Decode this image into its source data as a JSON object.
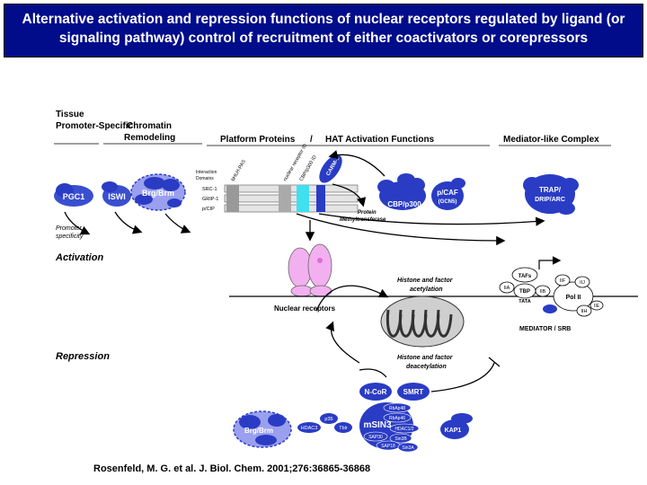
{
  "title": "Alternative activation and repression functions of nuclear receptors regulated by ligand (or signaling pathway) control of recruitment of either coactivators or corepressors",
  "citation": "Rosenfeld, M. G. et al. J. Biol. Chem. 2001;276:36865-36868",
  "colors": {
    "title_bg": "#000c8a",
    "protein_blue": "#2a3cc4",
    "receptor_pink": "#f2b0f0",
    "cyan": "#3fe0f0"
  },
  "headers": {
    "tissue": "Tissue Promoter-Specific",
    "chromatin": "Chromatin Remodeling",
    "platform": "Platform Proteins",
    "slash": "/",
    "hat": "HAT Activation Functions",
    "mediator": "Mediator-like Complex"
  },
  "domains": {
    "legend": "Interaction Domains",
    "rows": [
      "SRC-1",
      "GRIP-1",
      "p/CIP"
    ],
    "col_labels": [
      "bHLH-PAS",
      "nuclear receptor ID",
      "CBP/p300 ID",
      "CARM-1"
    ]
  },
  "proteins": {
    "pgc1": "PGC1",
    "iswi": "ISWI",
    "brg_brm": "Brg/Brm",
    "cbp_p300": "CBP/p300",
    "pcaf": "p/CAF",
    "gcn5": "(GCN5)",
    "trap": "TRAP/ DRIP/ARC",
    "ncor": "N-CoR",
    "smrt": "SMRT",
    "msin3": "mSIN3",
    "p35": "p35",
    "hdac3": "HDAC3",
    "tblr": "Tblr",
    "rbap48": "RbAp48",
    "rbap46": "RbAp46",
    "hdac12": "HDAC1/2",
    "sap30": "SAP30",
    "sin3b": "Sin3B",
    "sap18": "SAP18",
    "sin3a": "Sin3A",
    "kap1": "KAP1",
    "brg_brm2": "Brg/Brm"
  },
  "labels": {
    "promoter_specificity": "Promoter specificity",
    "activation": "Activation",
    "repression": "Repression",
    "protein_methyl": "Protein Methyltransferase",
    "nuclear_receptors": "Nuclear receptors",
    "histone_acetylation": "Histone and factor acetylation",
    "histone_deacetylation": "Histone and factor deacetylation",
    "mediator_srb": "MEDIATOR / SRB"
  },
  "gtf": {
    "tafs": "TAFs",
    "tbp": "TBP",
    "tata": "TATA",
    "iia": "IIA",
    "iib": "IIB",
    "iif": "IIF",
    "iij": "IIJ",
    "pol2": "Pol II",
    "iih": "IIH",
    "iie": "IIE"
  }
}
